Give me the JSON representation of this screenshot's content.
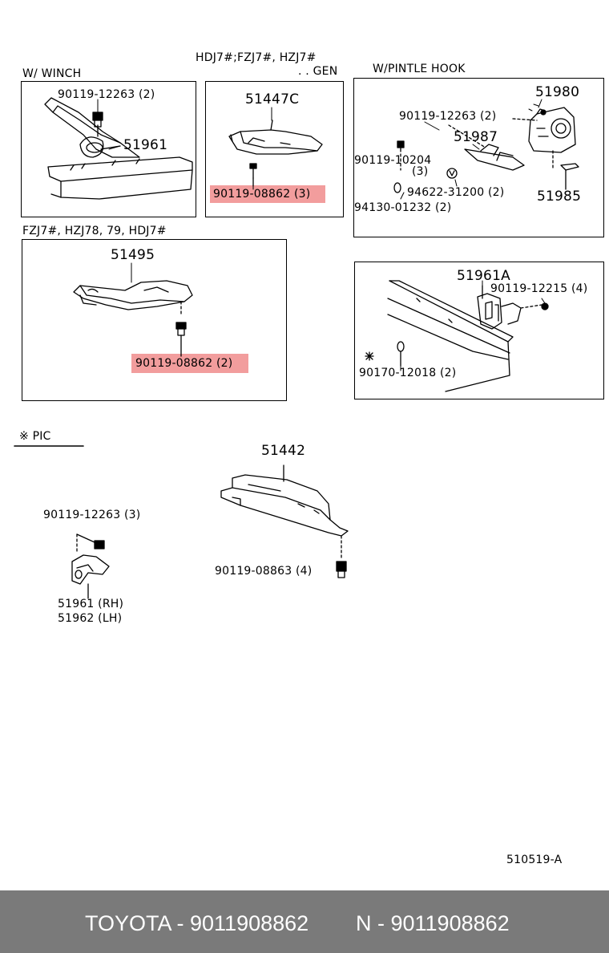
{
  "panels": {
    "winch": {
      "title": "W/ WINCH",
      "parts": {
        "bolt": "90119-12263 (2)",
        "bracket": "51961"
      }
    },
    "gen": {
      "title_line1": "HDJ7#;FZJ7#, HZJ7#",
      "title_line2": ". . GEN",
      "parts": {
        "guard": "51447C",
        "bolt_highlighted": "90119-08862 (3)"
      }
    },
    "pintle": {
      "title": "W/PINTLE HOOK",
      "parts": {
        "hook": "51980",
        "bolt_a": "90119-12263 (2)",
        "bracket": "51987",
        "bolt_b": "90119-10204",
        "bolt_b_qty": "(3)",
        "washer": "94622-31200 (2)",
        "nut": "94130-01232 (2)",
        "pin": "51985"
      }
    },
    "fzj": {
      "title": "FZJ7#, HZJ78, 79, HDJ7#",
      "parts": {
        "guard": "51495",
        "bolt_highlighted": "90119-08862 (2)"
      }
    },
    "rear": {
      "parts": {
        "bracket": "51961A",
        "bolt": "90119-12215 (4)",
        "mark": "※",
        "nut": "90170-12018 (2)"
      }
    },
    "pic": {
      "title": "※ PIC",
      "parts": {
        "guard": "51442",
        "bolt_a": "90119-12263 (3)",
        "bolt_b": "90119-08863 (4)",
        "bracket_rh": "51961 (RH)",
        "bracket_lh": "51962 (LH)"
      }
    }
  },
  "diagram_code": "510519-A",
  "footer": {
    "brand_part": "TOYOTA - 9011908862",
    "alt_part": "N - 9011908862"
  },
  "colors": {
    "highlight": "#f08c8c",
    "footer_bg": "#7a7a7a"
  }
}
